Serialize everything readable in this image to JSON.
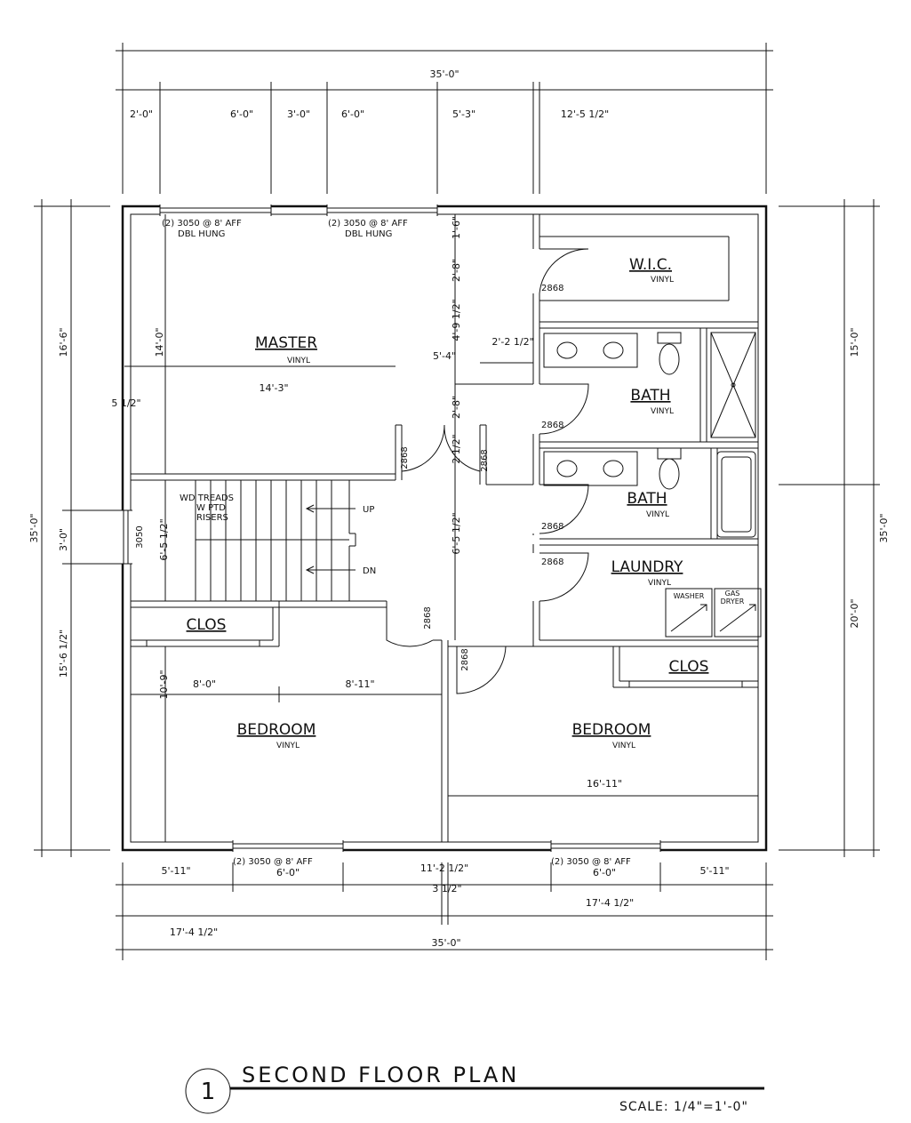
{
  "title": "SECOND FLOOR PLAN",
  "drawing_number": "1",
  "scale": "SCALE:  1/4\"=1'-0\"",
  "rooms": {
    "master": "MASTER",
    "wic": "W.I.C.",
    "bath1": "BATH",
    "bath2": "BATH",
    "laundry": "LAUNDRY",
    "clos1": "CLOS",
    "clos2": "CLOS",
    "bedroom1": "BEDROOM",
    "bedroom2": "BEDROOM"
  },
  "finish": "VINYL",
  "appliances": {
    "washer": "WASHER",
    "gas": "GAS",
    "dryer": "DRYER"
  },
  "stair": {
    "note1": "WD TREADS",
    "note2": "W PTD",
    "note3": "RISERS",
    "up": "UP",
    "dn": "DN"
  },
  "windows": {
    "top_spec": "(2) 3050 @ 8' AFF",
    "top_type": "DBL HUNG",
    "bottom_spec": "(2) 3050 @ 8' AFF",
    "side_window": "3050"
  },
  "doors": {
    "d2868": "2868"
  },
  "dims_top": {
    "overall": "35'-0\"",
    "a": "2'-0\"",
    "b": "6'-0\"",
    "c": "3'-0\"",
    "d": "6'-0\"",
    "e": "5'-3\"",
    "f": "12'-5 1/2\""
  },
  "dims_bottom": {
    "a": "5'-11\"",
    "b": "6'-0\"",
    "c": "11'-2 1/2\"",
    "d": "6'-0\"",
    "e": "5'-11\"",
    "f": "3 1/2\"",
    "g": "17'-4 1/2\"",
    "h": "17'-4 1/2\"",
    "overall": "35'-0\""
  },
  "dims_left": {
    "overall": "35'-0\"",
    "a": "16'-6\"",
    "b": "3'-0\"",
    "c": "15'-6 1/2\"",
    "d": "5 1/2\""
  },
  "dims_right": {
    "overall": "35'-0\"",
    "a": "15'-0\"",
    "b": "20'-0\""
  },
  "dims_interior": {
    "master_h": "14'-0\"",
    "master_w": "14'-3\"",
    "hall1": "1'-6\"",
    "hall2": "2'-8\"",
    "hall3": "4'-9 1/2\"",
    "hall4": "2'-8\"",
    "hall5": "2 1/2\"",
    "hall6": "6'-5 1/2\"",
    "hall7": "2'-2 1/2\"",
    "hall8": "5'-4\"",
    "stair_h": "6'-5 1/2\"",
    "bed_h": "10'-9\"",
    "bed_w1": "8'-0\"",
    "bed_w2": "8'-11\"",
    "bed2_w": "16'-11\""
  }
}
